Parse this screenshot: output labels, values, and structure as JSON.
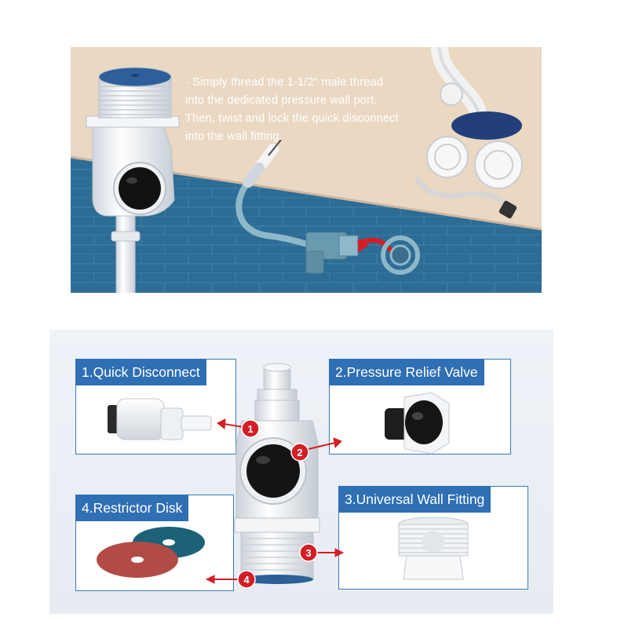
{
  "instructions": {
    "bullet": "·",
    "lines": [
      "Simply thread the 1-1/2\" male thread",
      "into the dedicated pressure wall port.",
      "Then, twist and lock the quick disconnect",
      "into the wall fitting."
    ]
  },
  "parts": [
    {
      "number": "1",
      "label": "1.Quick Disconnect"
    },
    {
      "number": "2",
      "label": "2.Pressure Relief Valve"
    },
    {
      "number": "3",
      "label": "3.Universal Wall Fitting"
    },
    {
      "number": "4",
      "label": "4.Restrictor Disk"
    }
  ],
  "colors": {
    "title_bar": "#2f6fb3",
    "callout_red": "#d41e26",
    "pool_blue": "#2a6a93",
    "wall_beige": "#ead8c3",
    "restrictor_red": "#b24b46",
    "restrictor_teal": "#1b6277"
  }
}
